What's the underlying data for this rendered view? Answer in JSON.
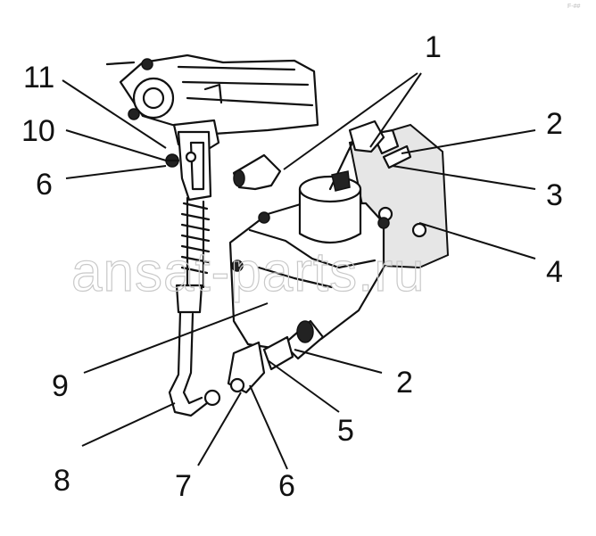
{
  "watermark": "ansat-parts.ru",
  "corner_mark": "F-##",
  "callouts": [
    {
      "id": "c1",
      "label": "1"
    },
    {
      "id": "c2a",
      "label": "2"
    },
    {
      "id": "c3",
      "label": "3"
    },
    {
      "id": "c4",
      "label": "4"
    },
    {
      "id": "c2b",
      "label": "2"
    },
    {
      "id": "c5",
      "label": "5"
    },
    {
      "id": "c6a",
      "label": "6"
    },
    {
      "id": "c7",
      "label": "7"
    },
    {
      "id": "c8",
      "label": "8"
    },
    {
      "id": "c9",
      "label": "9"
    },
    {
      "id": "c6b",
      "label": "6"
    },
    {
      "id": "c10",
      "label": "10"
    },
    {
      "id": "c11",
      "label": "11"
    }
  ]
}
